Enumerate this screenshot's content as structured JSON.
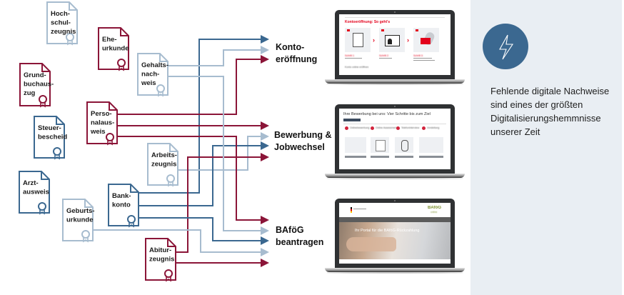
{
  "colors": {
    "dark_red": "#8b1538",
    "dark_blue": "#3b6890",
    "light_blue": "#a7bccf",
    "panel_bg": "#e9eef3"
  },
  "documents": [
    {
      "id": "hochschulzeugnis",
      "lines": [
        "Hoch-",
        "schul-",
        "zeugnis"
      ],
      "color": "light_blue"
    },
    {
      "id": "eheurkunde",
      "lines": [
        "Ehe-",
        "urkunde"
      ],
      "color": "dark_red"
    },
    {
      "id": "gehaltsnachweis",
      "lines": [
        "Gehalts-",
        "nach-",
        "weis"
      ],
      "color": "light_blue"
    },
    {
      "id": "grundbuchauszug",
      "lines": [
        "Grund-",
        "buchaus-",
        "zug"
      ],
      "color": "dark_red"
    },
    {
      "id": "personalausweis",
      "lines": [
        "Perso-",
        "nalaus-",
        "weis"
      ],
      "color": "dark_red"
    },
    {
      "id": "steuerbescheid",
      "lines": [
        "Steuer-",
        "bescheid"
      ],
      "color": "dark_blue"
    },
    {
      "id": "arbeitszeugnis",
      "lines": [
        "Arbeits-",
        "zeugnis"
      ],
      "color": "light_blue"
    },
    {
      "id": "arztausweis",
      "lines": [
        "Arzt-",
        "ausweis"
      ],
      "color": "dark_blue"
    },
    {
      "id": "bankkonto",
      "lines": [
        "Bank-",
        "konto"
      ],
      "color": "dark_blue"
    },
    {
      "id": "geburtsurkunde",
      "lines": [
        "Geburts-",
        "urkunde"
      ],
      "color": "light_blue"
    },
    {
      "id": "abiturzeugnis",
      "lines": [
        "Abitur-",
        "zeugnis"
      ],
      "color": "dark_red"
    }
  ],
  "targets": [
    {
      "id": "kontoeroeffnung",
      "lines": [
        "Konto-",
        "eröffnung"
      ]
    },
    {
      "id": "bewerbung",
      "lines": [
        "Bewerbung &",
        "Jobwechsel"
      ]
    },
    {
      "id": "bafoeg",
      "lines": [
        "BAföG",
        "beantragen"
      ]
    }
  ],
  "connections": [
    {
      "from": "bankkonto",
      "to": "kontoeroeffnung",
      "color": "dark_blue"
    },
    {
      "from": "gehaltsnachweis",
      "to": "kontoeroeffnung",
      "color": "light_blue"
    },
    {
      "from": "personalausweis",
      "to": "kontoeroeffnung",
      "color": "dark_red"
    },
    {
      "from": "personalausweis",
      "to": "bewerbung",
      "color": "dark_red"
    },
    {
      "from": "arbeitszeugnis",
      "to": "bewerbung",
      "color": "light_blue"
    },
    {
      "from": "bankkonto",
      "to": "bewerbung",
      "color": "dark_blue"
    },
    {
      "from": "abiturzeugnis",
      "to": "bewerbung",
      "color": "dark_red"
    },
    {
      "from": "personalausweis",
      "to": "bafoeg",
      "color": "dark_red"
    },
    {
      "from": "gehaltsnachweis",
      "to": "bafoeg",
      "color": "light_blue"
    },
    {
      "from": "bankkonto",
      "to": "bafoeg",
      "color": "dark_blue"
    },
    {
      "from": "geburtsurkunde",
      "to": "bafoeg",
      "color": "light_blue"
    },
    {
      "from": "abiturzeugnis",
      "to": "bafoeg",
      "color": "dark_red"
    }
  ],
  "screens": {
    "konto": {
      "title": "Kontoeröffnung: So geht's",
      "steps": [
        "Schritt 1:",
        "Schritt 2:",
        "Schritt 3:"
      ],
      "footer": "Konto online eröffnen"
    },
    "bewerbung": {
      "title": "Ihre Bewerbung bei uns: Vier Schritte bis zum Ziel",
      "steps": [
        "Onlinebewerbung",
        "Online Assessment",
        "Telefoninterview",
        "Vorstellung"
      ]
    },
    "bafoeg": {
      "logo": "BAföG",
      "logo_sub": "online",
      "headline": "Ihr Portal für die BAföG-Rückzahlung"
    }
  },
  "panel": {
    "icon": "lightning-bolt-icon",
    "text": "Fehlende digitale Nachweise sind eines der größten Digitalisierungshemmnisse unserer Zeit"
  }
}
